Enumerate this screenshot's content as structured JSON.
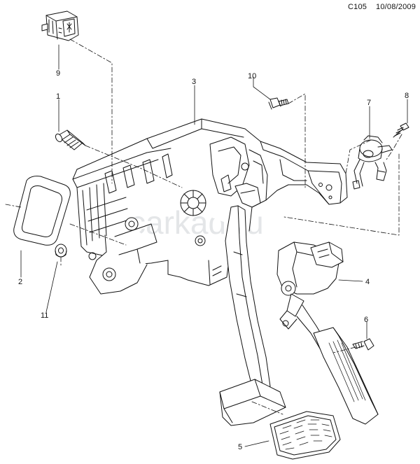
{
  "header": {
    "code": "C105",
    "date": "10/08/2009"
  },
  "watermark": "carkad.ru",
  "callouts": [
    {
      "id": "1",
      "label": "1"
    },
    {
      "id": "2",
      "label": "2"
    },
    {
      "id": "3",
      "label": "3"
    },
    {
      "id": "4",
      "label": "4"
    },
    {
      "id": "5",
      "label": "5"
    },
    {
      "id": "6",
      "label": "6"
    },
    {
      "id": "7",
      "label": "7"
    },
    {
      "id": "8",
      "label": "8"
    },
    {
      "id": "9",
      "label": "9"
    },
    {
      "id": "10",
      "label": "10"
    },
    {
      "id": "11",
      "label": "11"
    }
  ]
}
